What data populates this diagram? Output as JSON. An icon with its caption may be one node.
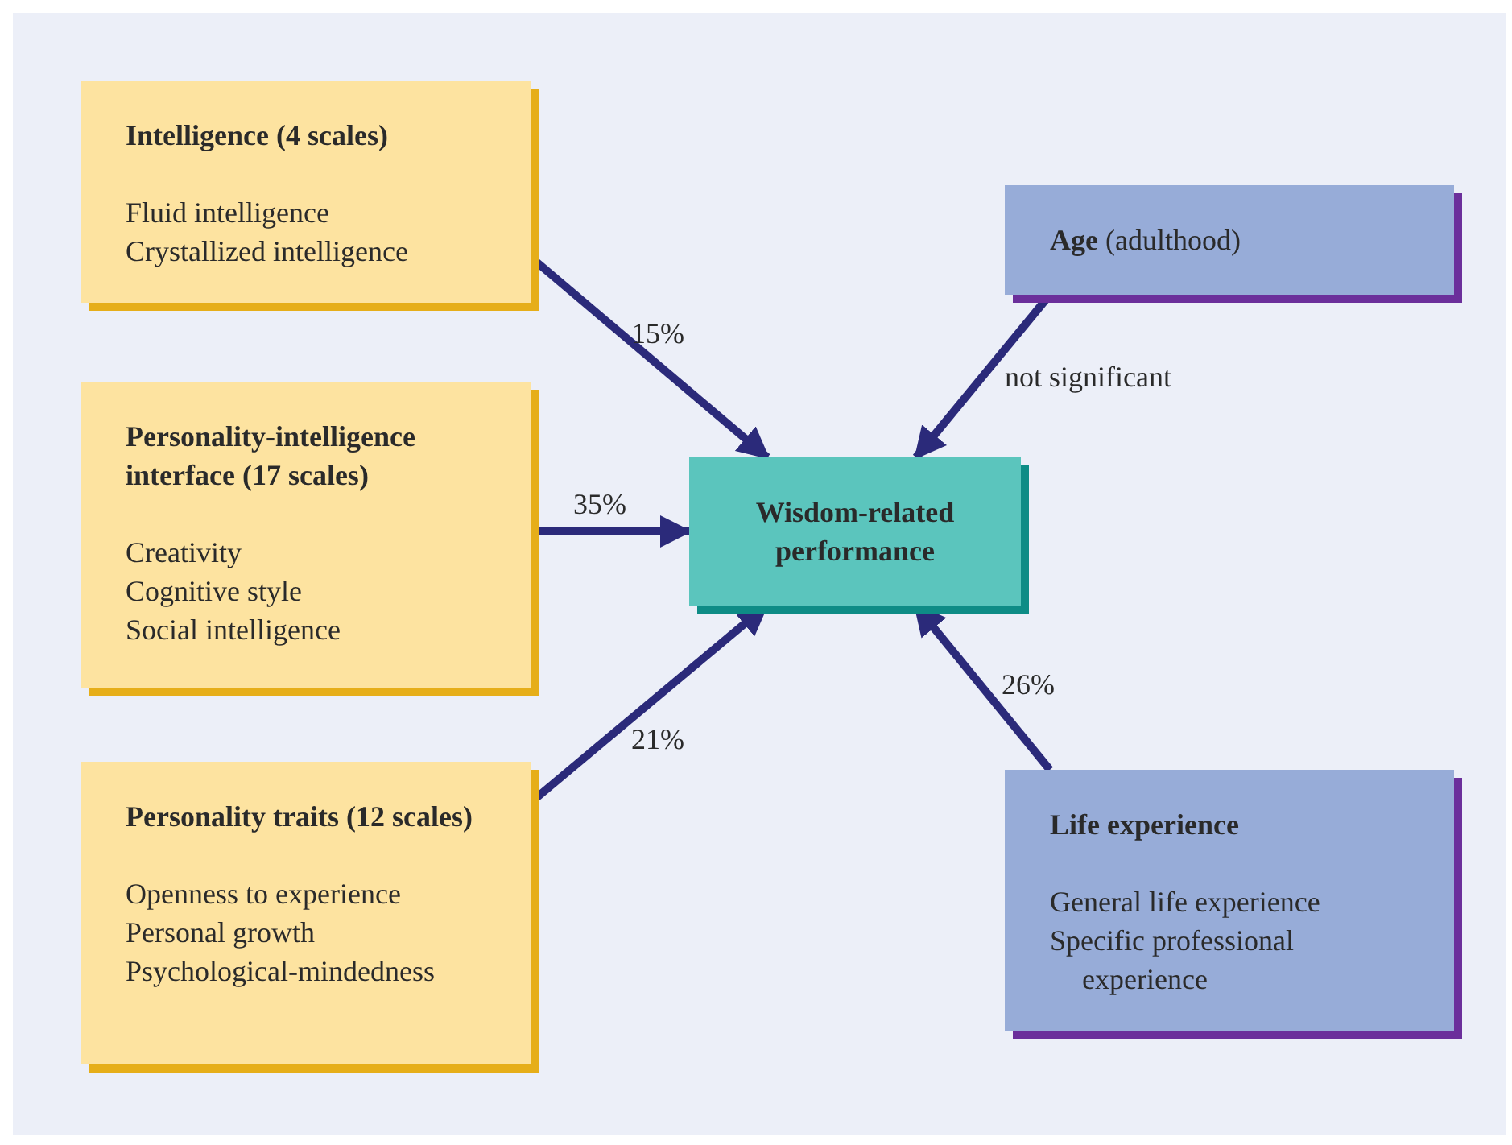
{
  "diagram": {
    "nodes": [
      {
        "text": [
          "Intelligence (4 scales)",
          "Fluid intelligence",
          "Crystallized intelligence"
        ]
      },
      {
        "text": [
          "Personality-intelligence interface (17 scales)",
          "Creativity",
          "Cognitive style",
          "Social intelligence"
        ]
      },
      {
        "text": [
          "Personality traits (12 scales)",
          "Openness to experience",
          "Personal growth",
          "Psychological-mindedness"
        ]
      },
      {
        "text": [
          "Wisdom-related performance"
        ]
      },
      {
        "text": [
          "**Age** (adulthood)"
        ]
      },
      {
        "text": [
          "Life experience",
          "General life experience",
          "Specific professional experience"
        ]
      }
    ],
    "edges": [
      {
        "from": 0,
        "to": 3,
        "arrow": "to",
        "label": "15%"
      },
      {
        "from": 1,
        "to": 3,
        "arrow": "to",
        "label": "35%"
      },
      {
        "from": 2,
        "to": 3,
        "arrow": "to",
        "label": "21%"
      },
      {
        "from": 4,
        "to": 3,
        "arrow": "to",
        "label": "not significant"
      },
      {
        "from": 5,
        "to": 3,
        "arrow": "to",
        "label": "26%"
      }
    ]
  }
}
